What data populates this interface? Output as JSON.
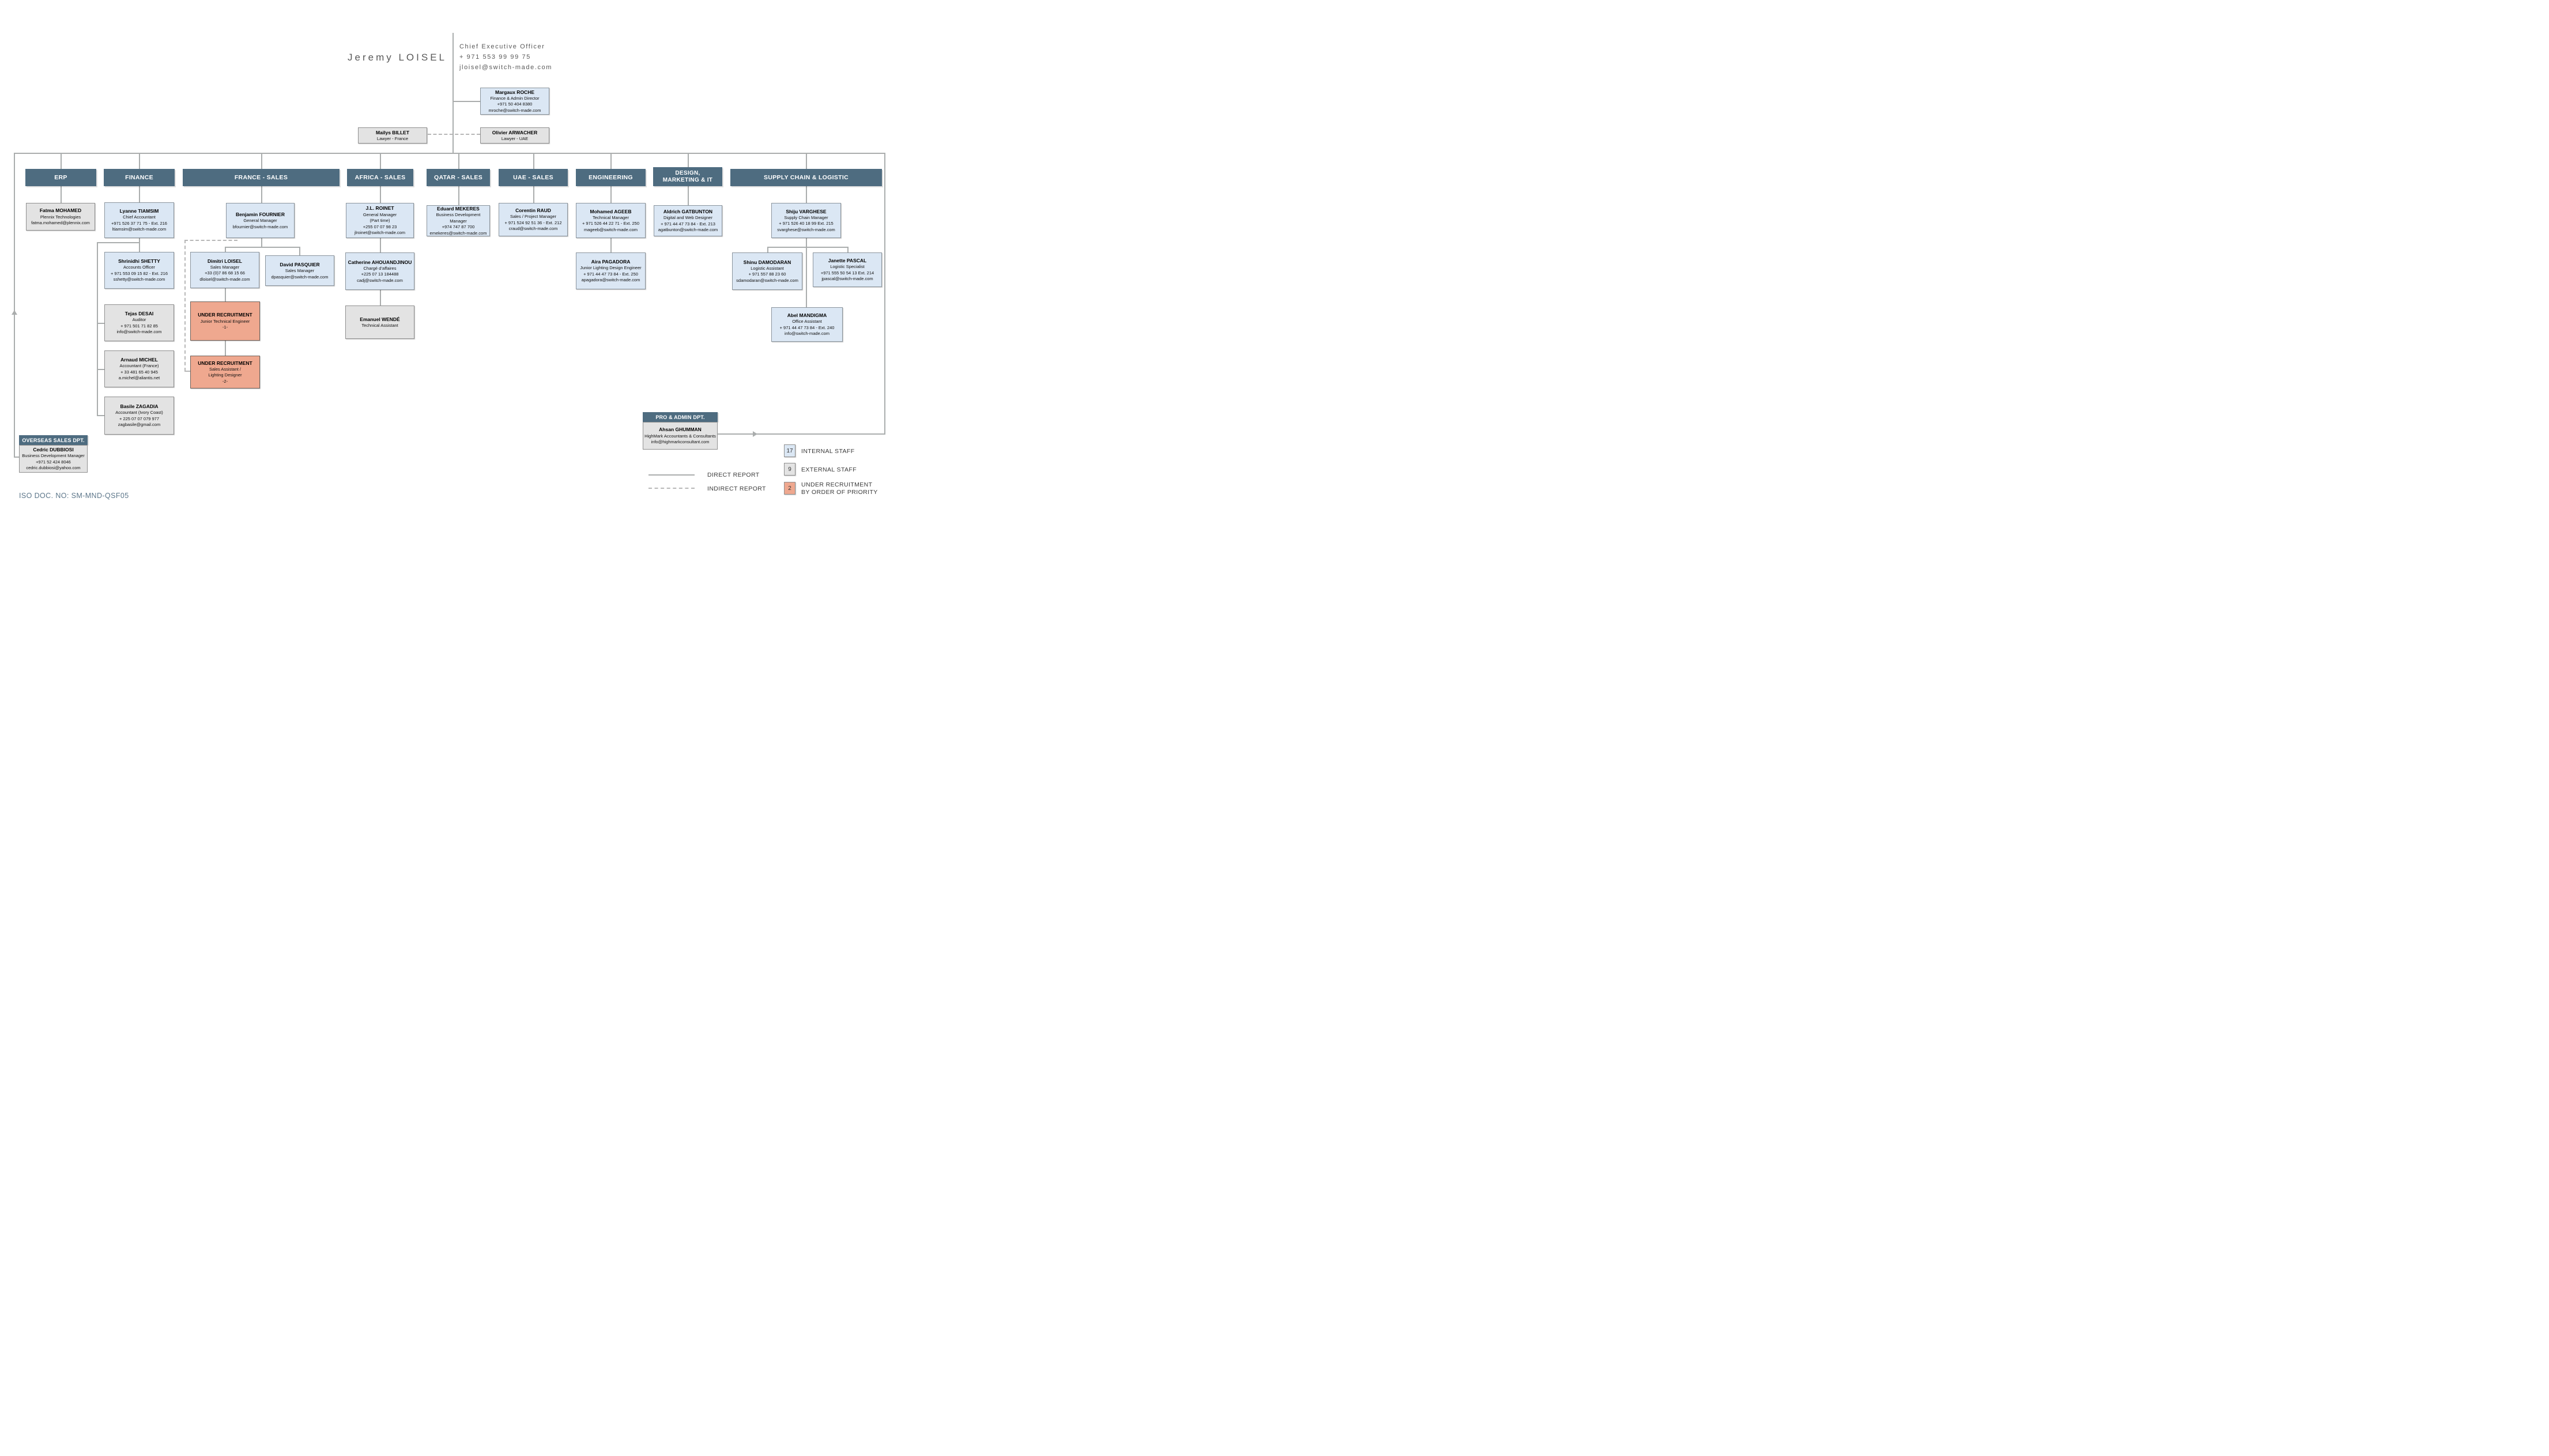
{
  "doc_no": "ISO DOC. NO: SM-MND-QSF05",
  "ceo": {
    "name": "Jeremy LOISEL",
    "title": "Chief Executive Officer",
    "phone": "+ 971 553 99 99 75",
    "email": "jloisel@switch-made.com"
  },
  "depts": {
    "erp": "ERP",
    "finance": "FINANCE",
    "france_sales": "FRANCE - SALES",
    "africa_sales": "AFRICA - SALES",
    "qatar_sales": "QATAR - SALES",
    "uae_sales": "UAE - SALES",
    "engineering": "ENGINEERING",
    "design": "DESIGN,\nMARKETING & IT",
    "supply": "SUPPLY CHAIN & LOGISTIC"
  },
  "sub_depts": {
    "overseas": "OVERSEAS SALES DPT.",
    "proadmin": "PRO & ADMIN DPT."
  },
  "boxes": {
    "margaux": {
      "name": "Margaux ROCHE",
      "lines": [
        "Finance & Admin Director",
        "+971 50 404 8380",
        "mroche@switch-made.com"
      ]
    },
    "mailys": {
      "name": "Mailys BILLET",
      "lines": [
        "Lawyer - France"
      ]
    },
    "olivier": {
      "name": "Olivier ARWACHER",
      "lines": [
        "Lawyer - UAE"
      ]
    },
    "fatma": {
      "name": "Fatma MOHAMED",
      "lines": [
        "Plennix Technologies",
        "fatma.mohamed@plennix.com"
      ]
    },
    "lyanne": {
      "name": "Lyanne TIAMSIM",
      "lines": [
        "Chief Accountant",
        "+971 526 37 71 75  - Ext. 216",
        "ltiamsim@switch-made.com"
      ]
    },
    "shrinidhi": {
      "name": "Shrinidhi SHETTY",
      "lines": [
        "Accounts Officer",
        "+ 971 553 09 15 82  - Ext. 216",
        "sshetty@switch-made.com"
      ]
    },
    "tejas": {
      "name": "Tejas DESAI",
      "lines": [
        "Auditor",
        "+ 971 501 71 82 85",
        "info@switch-made.com"
      ]
    },
    "arnaud": {
      "name": "Arnaud MICHEL",
      "lines": [
        "Accountant (France)",
        "+ 33 481 65 40 945",
        "a.michel@aliantis.net"
      ]
    },
    "basile": {
      "name": "Basile ZAGADIA",
      "lines": [
        "Accountant (Ivory Coast)",
        "+ 225 07 07 079 977",
        "zagbasile@gmail.com"
      ]
    },
    "benjamin": {
      "name": "Benjamin FOURNIER",
      "lines": [
        "General Manager",
        "bfournier@switch-made.com"
      ]
    },
    "dimitri": {
      "name": "Dimitri LOISEL",
      "lines": [
        "Sales Manager",
        "+33 (0)7 86 68 15 66",
        "dloisel@switch-made.com"
      ]
    },
    "david": {
      "name": "David PASQUIER",
      "lines": [
        "Sales Manager",
        "dpasquier@switch-made.com"
      ]
    },
    "ur1": {
      "name": "UNDER RECRUITMENT",
      "lines": [
        "Junior Technical Engineer",
        "-1-"
      ]
    },
    "ur2": {
      "name": "UNDER RECRUITMENT",
      "lines": [
        "Sales Assistant /",
        "Lighting Designer",
        "-2-"
      ]
    },
    "roinet": {
      "name": "J.L. ROINET",
      "lines": [
        "General Manager",
        "(Part time)",
        "+255 07 07 98 23",
        "jlroinet@switch-made.com"
      ]
    },
    "catherine": {
      "name": "Catherine AHOUANDJINOU",
      "lines": [
        "Chargé d’affaires",
        "+225 07 13 184488",
        "cadj@switch-made.com"
      ]
    },
    "emanuel": {
      "name": "Emanuel WENDÉ",
      "lines": [
        "Technical Assistant"
      ]
    },
    "eduard": {
      "name": "Eduard MEKERES",
      "lines": [
        "Business Development Manager",
        "+974 747 87 700",
        "emekeres@switch-made.com"
      ]
    },
    "corentin": {
      "name": "Corentin RAUD",
      "lines": [
        "Sales / Project Manager",
        "+ 971 524 92 51 36  - Ext. 212",
        "craud@switch-made.com"
      ]
    },
    "mohamed": {
      "name": "Mohamed AGEEB",
      "lines": [
        "Technical Manager",
        "+ 971 526 44 22 71 - Ext. 250",
        "mageeb@switch-made.com"
      ]
    },
    "aira": {
      "name": "Aira PAGADORA",
      "lines": [
        "Junior Lighting Design Engineer",
        "+ 971 44 47 73 84 - Ext. 250",
        "apagadora@switch-made.com"
      ]
    },
    "aldrich": {
      "name": "Aldrich GATBUNTON",
      "lines": [
        "Digital and Web Designer",
        "+ 971 44 47 73 84 - Ext. 213",
        "agatbunton@switch-made.com"
      ]
    },
    "shiju": {
      "name": "Shiju VARGHESE",
      "lines": [
        "Supply Chain Manager",
        "+ 971 526 40 18 99  Ext. 215",
        "svarghese@switch-made.com"
      ]
    },
    "shinu": {
      "name": "Shinu DAMODARAN",
      "lines": [
        "Logistic Assistant",
        "+ 971 557 88 23 60",
        "sdamodaran@switch-made.com"
      ]
    },
    "janette": {
      "name": "Janette PASCAL",
      "lines": [
        "Logistic Specialist",
        "+971 555 50 54 13  Ext. 214",
        "jpascal@switch-made.com"
      ]
    },
    "abel": {
      "name": "Abel MANDIGMA",
      "lines": [
        "Office Assistant",
        "+ 971 44 47 73 84 - Ext. 240",
        "info@switch-made.com"
      ]
    },
    "cedric": {
      "name": "Cedric DUBBIOSI",
      "lines": [
        "Business Development Manager",
        "+971 52 424 8046",
        "cedric.dubbiosi@yahoo.com"
      ]
    },
    "ahsan": {
      "name": "Ahsan GHUMMAN",
      "lines": [
        "HighMark Accountants & Consultants",
        "info@highmarkconsultant.com"
      ]
    }
  },
  "legend": {
    "direct": "DIRECT REPORT",
    "indirect": "INDIRECT REPORT",
    "internal_count": "17",
    "internal_label": "INTERNAL STAFF",
    "external_count": "9",
    "external_label": "EXTERNAL STAFF",
    "recruit_count": "2",
    "recruit_label": "UNDER RECRUITMENT\nBY ORDER OF PRIORITY"
  },
  "colors": {
    "header": "#4e6c80",
    "internal": "#dbe7f4",
    "external": "#e3e3e3",
    "recruitment": "#efa88f"
  }
}
